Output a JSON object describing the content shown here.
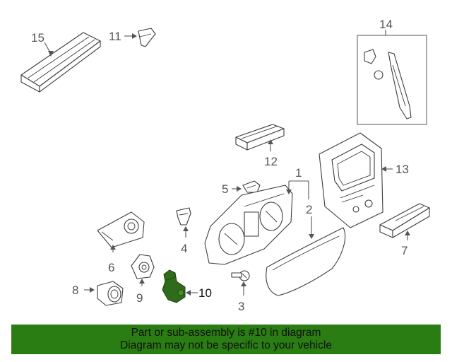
{
  "diagram": {
    "callouts": {
      "p1": "1",
      "p2": "2",
      "p3": "3",
      "p4": "4",
      "p5": "5",
      "p6": "6",
      "p7": "7",
      "p8": "8",
      "p9": "9",
      "p10": "10",
      "p11": "11",
      "p12": "12",
      "p13": "13",
      "p14": "14",
      "p15": "15"
    },
    "highlighted_part": "10",
    "colors": {
      "highlight_part": "#2f6b1b",
      "banner": "#2a7d12",
      "line": "#3c3c3c"
    }
  },
  "banner": {
    "line1": "Part or sub-assembly is #10 in diagram",
    "line2": "Diagram may not be specific to your vehicle"
  }
}
